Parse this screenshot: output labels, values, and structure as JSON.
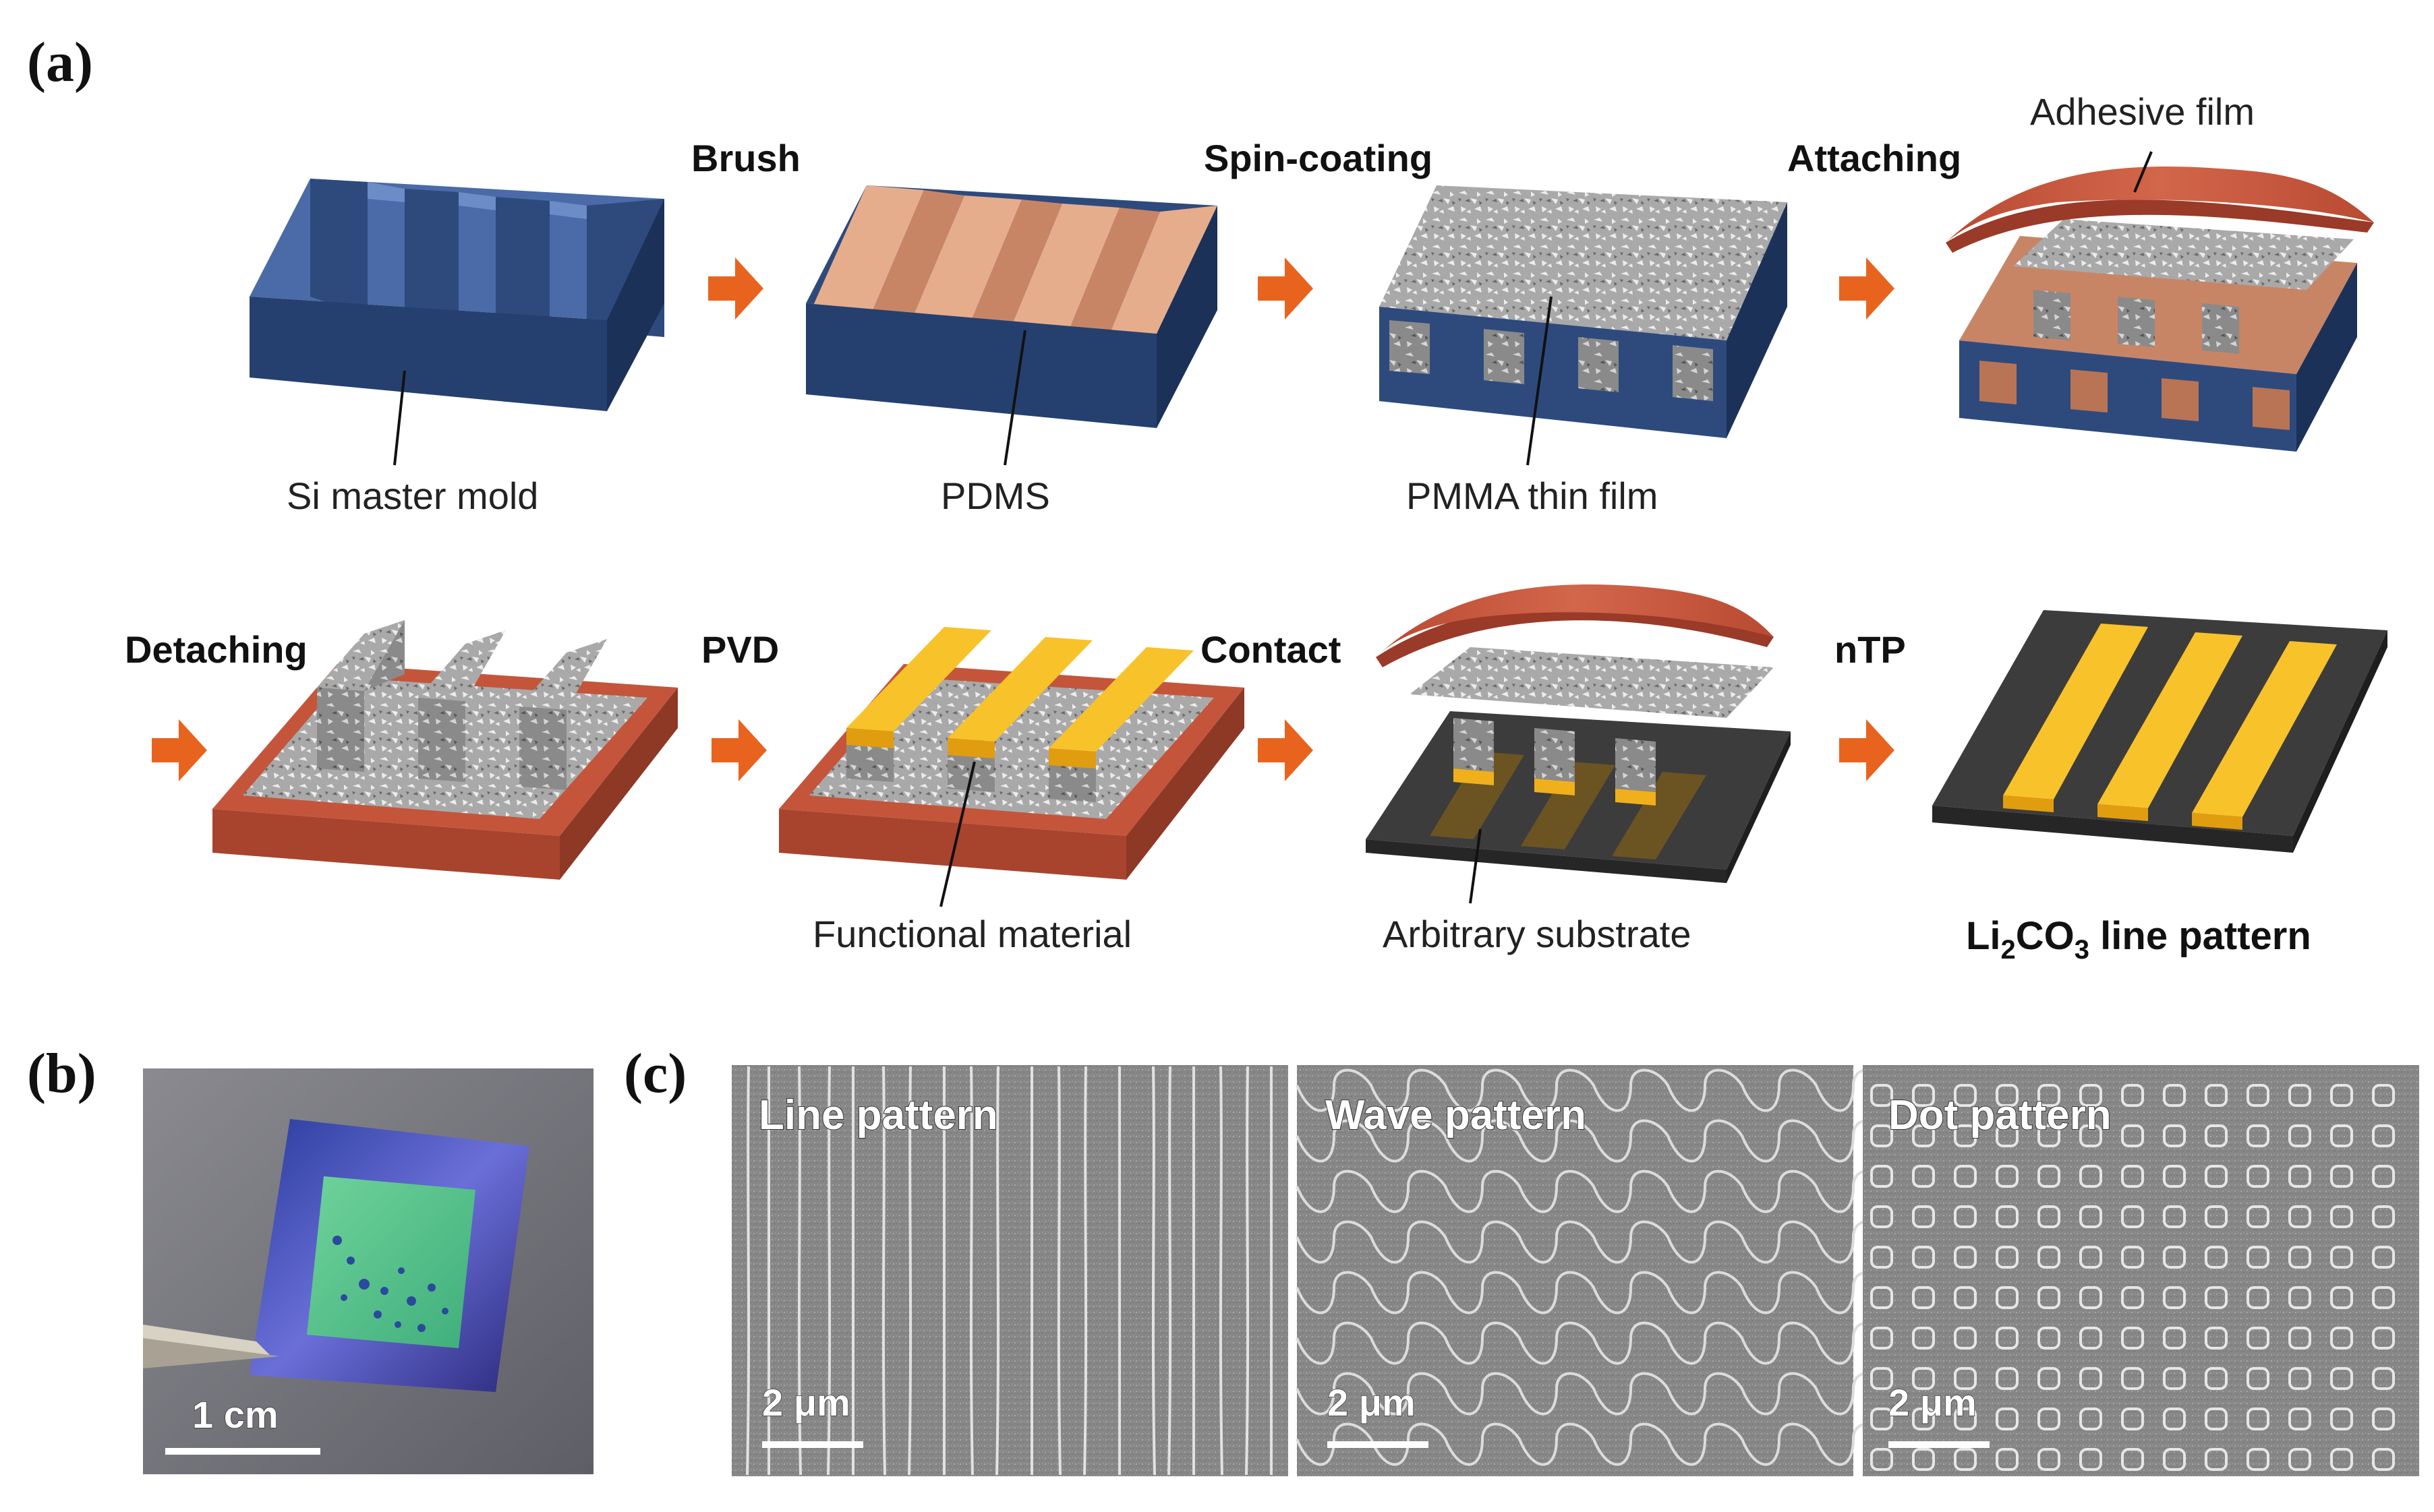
{
  "panel_labels": {
    "a": "(a)",
    "b": "(b)",
    "c": "(c)"
  },
  "steps": {
    "brush": "Brush",
    "spin_coating": "Spin-coating",
    "attaching": "Attaching",
    "detaching": "Detaching",
    "pvd": "PVD",
    "contact": "Contact",
    "ntp": "nTP"
  },
  "captions": {
    "si_master_mold": "Si master mold",
    "pdms": "PDMS",
    "pmma_thin_film": "PMMA thin film",
    "adhesive_film": "Adhesive film",
    "functional_material": "Functional material",
    "arbitrary_substrate": "Arbitrary substrate",
    "result_prefix": "Li",
    "result_sub1": "2",
    "result_mid": "CO",
    "result_sub2": "3",
    "result_suffix": " line pattern"
  },
  "photo": {
    "scale_bar": "1 cm"
  },
  "sem_images": [
    {
      "label": "Line pattern",
      "scale_bar": "2 μm"
    },
    {
      "label": "Wave pattern",
      "scale_bar": "2 μm"
    },
    {
      "label": "Dot pattern",
      "scale_bar": "2 μm"
    }
  ],
  "colors": {
    "mold_blue": "#2e4a7d",
    "pdms_copper": "#d99a78",
    "adhesive_red": "#c4553b",
    "functional_gold": "#f5b820",
    "substrate_dark": "#3c3c3c",
    "arrow_orange": "#e8641e"
  }
}
